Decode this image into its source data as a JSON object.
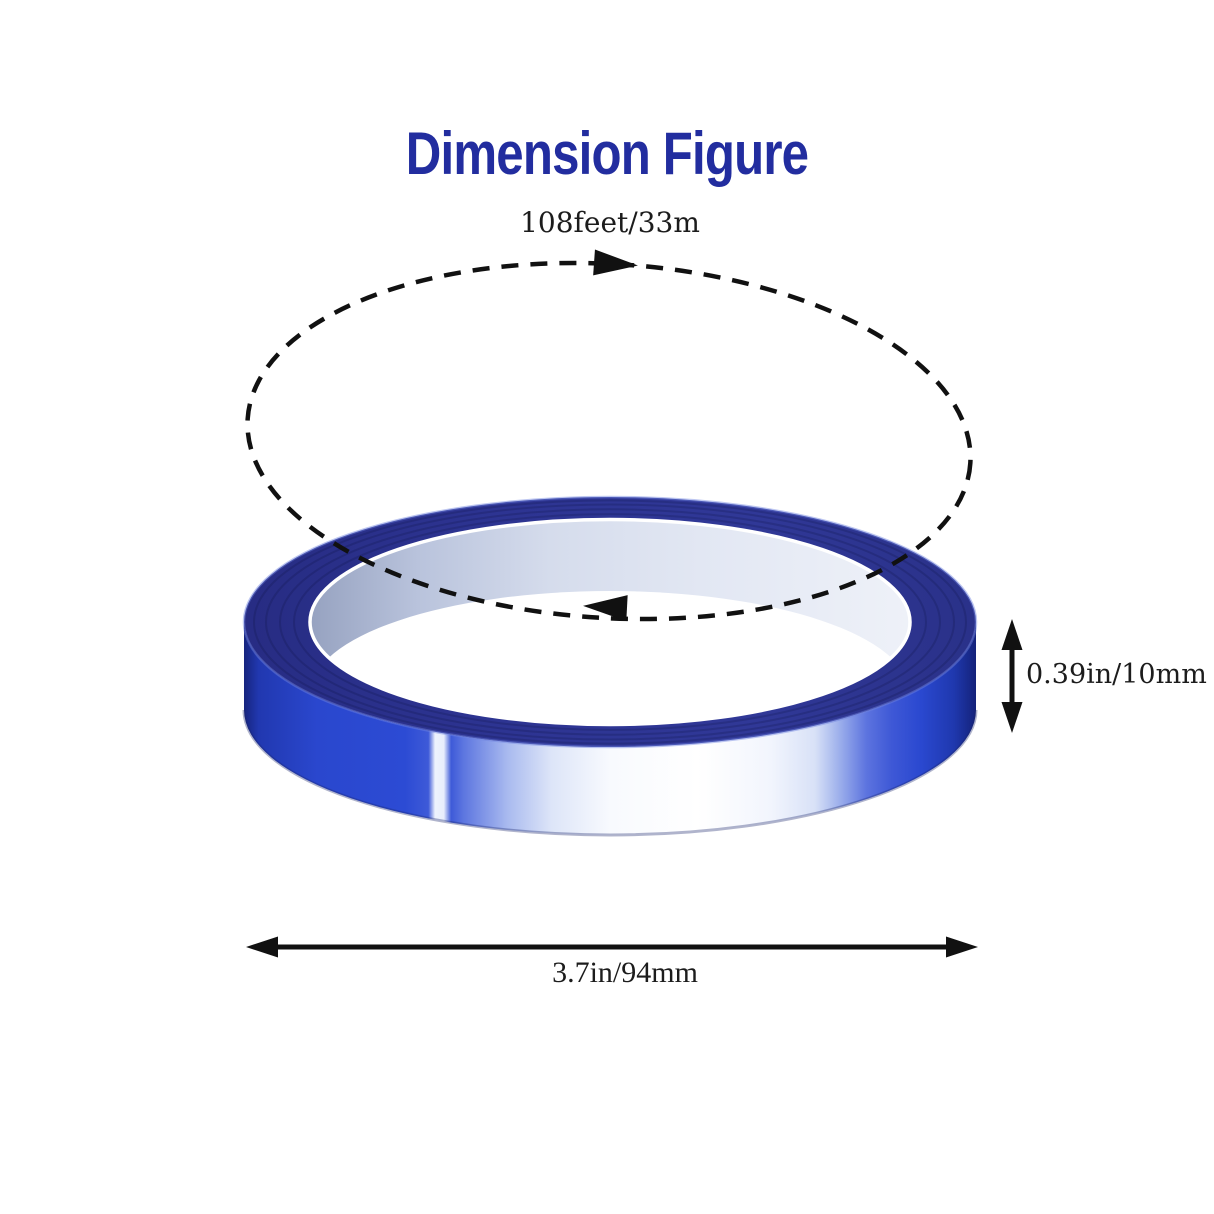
{
  "title": {
    "text": "Dimension Figure"
  },
  "annotations": {
    "roll_length": {
      "label": "108feet/33m",
      "arrow": "dashed-ellipse-clockwise"
    },
    "tape_width": {
      "label": "0.39in/10mm",
      "arrow": "vertical-double-arrow"
    },
    "roll_diameter": {
      "label": "3.7in/94mm",
      "arrow": "horizontal-double-arrow"
    }
  },
  "object": {
    "name": "blue heat tape roll"
  },
  "colors": {
    "title_color": "#222d9f",
    "label_color": "#1c1c1c",
    "line_color": "#111111",
    "tape_side_blue": "#2c4bd4",
    "tape_top_navy": "#2d3492",
    "core_white": "#d5dcec"
  }
}
